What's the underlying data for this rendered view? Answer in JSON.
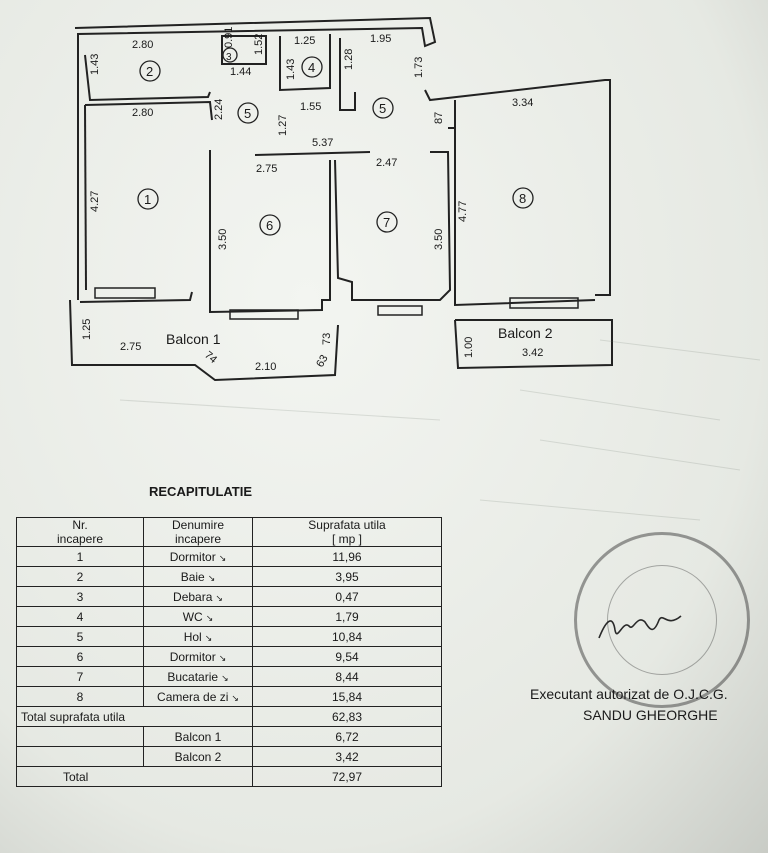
{
  "floorplan": {
    "dimensions": [
      "2.80",
      "1.43",
      "2.80",
      "0.91",
      "1.52",
      "1.44",
      "1.25",
      "1.43",
      "1.28",
      "1.95",
      "1.73",
      "2.24",
      "1.27",
      "1.55",
      "87",
      "3.34",
      "5.37",
      "2.75",
      "2.47",
      "4.27",
      "3.50",
      "3.50",
      "4.77",
      "1.25",
      "2.75",
      "74",
      "2.10",
      "73",
      "63",
      "1.00",
      "3.42"
    ],
    "rooms": [
      "1",
      "2",
      "3",
      "4",
      "5",
      "5",
      "6",
      "7",
      "8"
    ],
    "balconies": [
      "Balcon 1",
      "Balcon 2"
    ]
  },
  "recap": {
    "title": "RECAPITULATIE",
    "headers": {
      "nr_line1": "Nr.",
      "nr_line2": "incapere",
      "name_line1": "Denumire",
      "name_line2": "incapere",
      "area_line1": "Suprafata utila",
      "area_line2": "[ mp ]"
    },
    "rows": [
      {
        "nr": "1",
        "name": "Dormitor",
        "area": "11,96"
      },
      {
        "nr": "2",
        "name": "Baie",
        "area": "3,95"
      },
      {
        "nr": "3",
        "name": "Debara",
        "area": "0,47"
      },
      {
        "nr": "4",
        "name": "WC",
        "area": "1,79"
      },
      {
        "nr": "5",
        "name": "Hol",
        "area": "10,84"
      },
      {
        "nr": "6",
        "name": "Dormitor",
        "area": "9,54"
      },
      {
        "nr": "7",
        "name": "Bucatarie",
        "area": "8,44"
      },
      {
        "nr": "8",
        "name": "Camera de zi",
        "area": "15,84"
      }
    ],
    "total_useful_label": "Total suprafata utila",
    "total_useful_value": "62,83",
    "balcony_rows": [
      {
        "name": "Balcon 1",
        "area": "6,72"
      },
      {
        "name": "Balcon 2",
        "area": "3,42"
      }
    ],
    "total_label": "Total",
    "total_value": "72,97"
  },
  "signature_block": {
    "line1": "Executant autorizat de O.J.C.G.",
    "line2": "SANDU GHEORGHE"
  }
}
